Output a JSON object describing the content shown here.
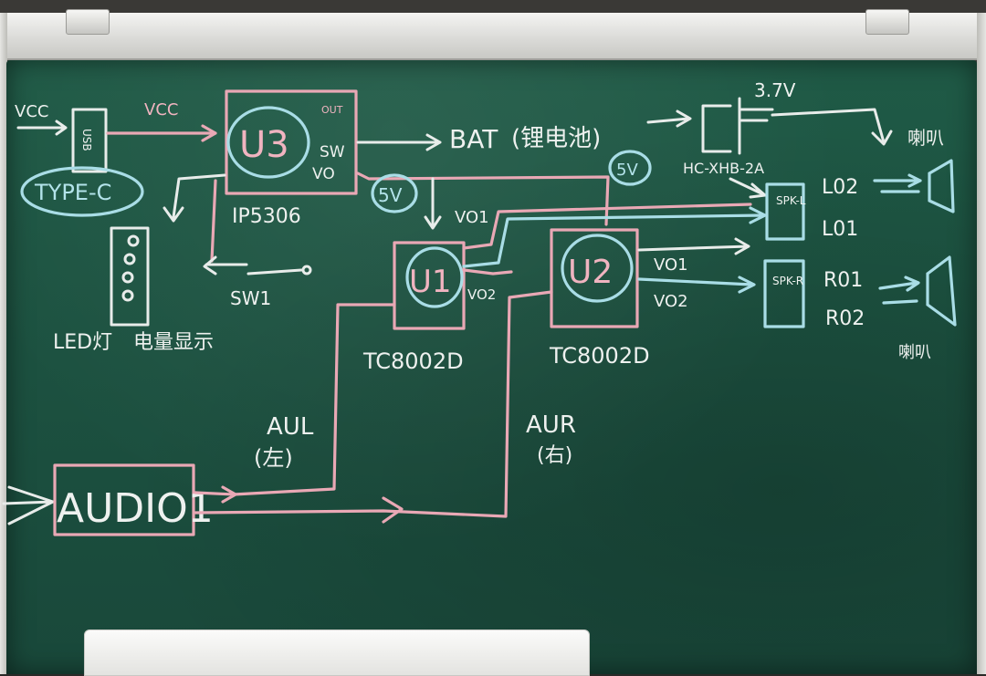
{
  "labels": {
    "vcc_in": "VCC",
    "vcc_arrow": "VCC",
    "type_c_port": "USB",
    "type_c": "TYPE-C",
    "u3": "U3",
    "u3_pin_out": "OUT",
    "u3_pin_sw": "SW",
    "u3_pin_vo": "VO",
    "u3_part": "IP5306",
    "bat": "BAT",
    "bat_cn": "(锂电池)",
    "v37": "3.7V",
    "connector": "HC-XHB-2A",
    "speaker_top": "喇叭",
    "speaker_bottom": "喇叭",
    "five_v_a": "5V",
    "five_v_b": "5V",
    "vo1_a": "VO1",
    "vo1_b": "VO1",
    "vo2_a": "VO2",
    "vo2_b": "VO2",
    "u1": "U1",
    "u2": "U2",
    "tc_u1": "TC8002D",
    "tc_u2": "TC8002D",
    "sw1": "SW1",
    "led": "LED灯",
    "led_cn": "电量显示",
    "l02": "L02",
    "l01": "L01",
    "r01": "R01",
    "r02": "R02",
    "jack_l": "SPK-L",
    "jack_r": "SPK-R",
    "aul": "AUL",
    "aul_cn": "(左)",
    "aur": "AUR",
    "aur_cn": "(右)",
    "audio": "AUDIO1"
  }
}
